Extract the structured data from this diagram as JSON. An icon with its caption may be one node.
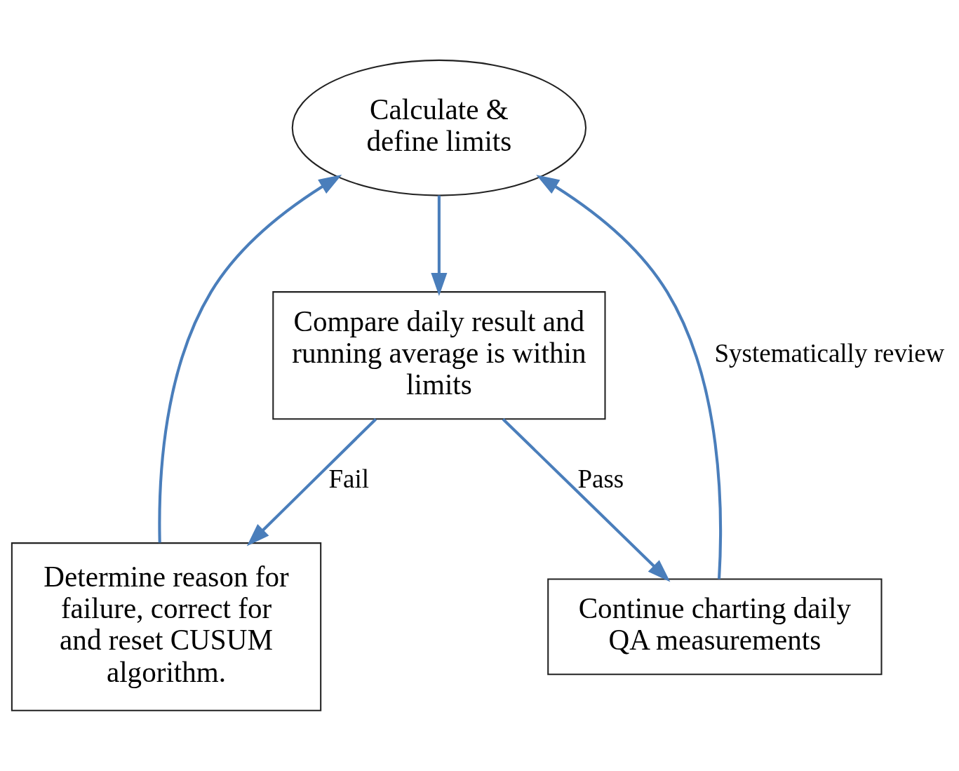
{
  "diagram": {
    "nodes": [
      {
        "text": [
          "Calculate & define limits"
        ]
      },
      {
        "text": [
          "Compare daily result and running average is within limits"
        ]
      },
      {
        "text": [
          "Determine reason for failure, correct for and reset CUSUM algorithm."
        ]
      },
      {
        "text": [
          "Continue charting daily QA measurements"
        ]
      }
    ],
    "edges": [
      {
        "from": 0,
        "to": 1,
        "arrow": "to"
      },
      {
        "from": 1,
        "to": 3,
        "arrow": "to",
        "label": "Pass"
      },
      {
        "from": 1,
        "to": 2,
        "arrow": "to",
        "label": "Fail"
      },
      {
        "from": 2,
        "to": 0,
        "arrow": "to"
      },
      {
        "from": 3,
        "to": 0,
        "arrow": "to",
        "label": "Systematically review"
      }
    ]
  }
}
